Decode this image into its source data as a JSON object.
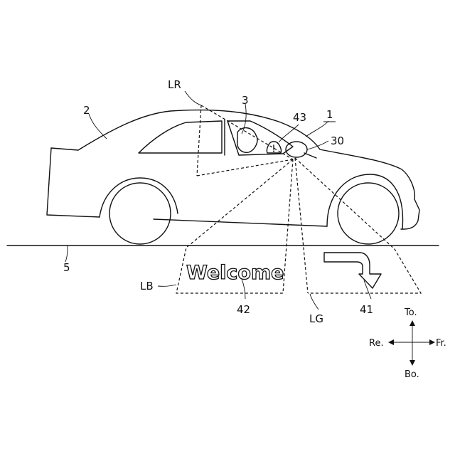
{
  "figure": {
    "projection_text": "Welcome",
    "labels": {
      "ref_1": "1",
      "ref_2": "2",
      "ref_3": "3",
      "ref_5": "5",
      "ref_30": "30",
      "ref_41": "41",
      "ref_42": "42",
      "ref_43": "43",
      "LR": "LR",
      "LB": "LB",
      "LG": "LG"
    },
    "directions": {
      "top": "To.",
      "bottom": "Bo.",
      "rear": "Re.",
      "front": "Fr."
    }
  }
}
